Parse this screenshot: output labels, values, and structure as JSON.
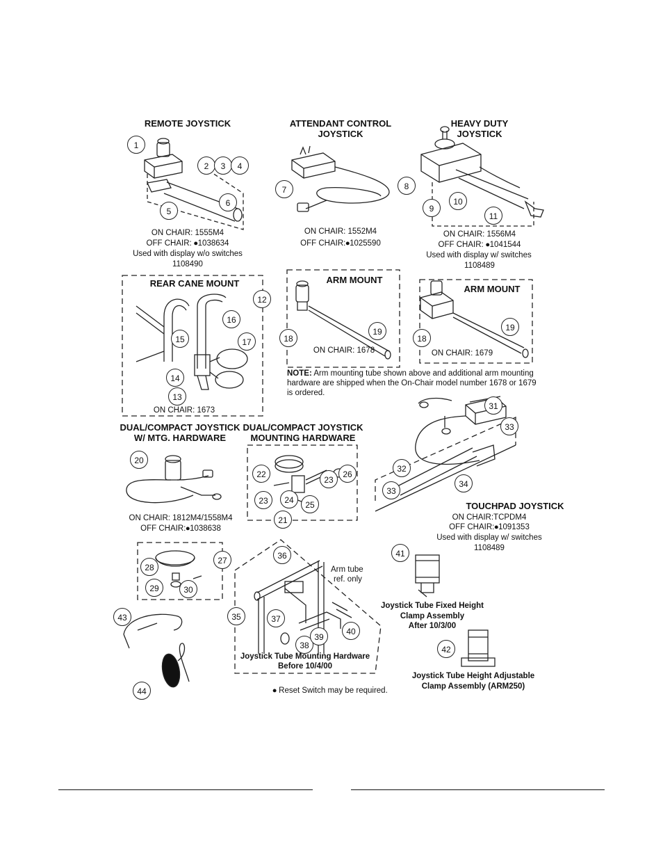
{
  "sections": {
    "remote": {
      "title": "REMOTE JOYSTICK",
      "on": "ON CHAIR:  1555M4",
      "off": "OFF CHAIR:  ⦁1038634",
      "note": "Used with display w/o switches",
      "part": "1108490"
    },
    "attendant": {
      "title1": "ATTENDANT CONTROL",
      "title2": "JOYSTICK",
      "on": "ON CHAIR:  1552M4",
      "off": "OFF CHAIR:⦁1025590"
    },
    "heavy": {
      "title1": "HEAVY DUTY",
      "title2": "JOYSTICK",
      "on": "ON CHAIR:  1556M4",
      "off": "OFF CHAIR: ⦁1041544",
      "note": "Used with display w/ switches",
      "part": "1108489"
    },
    "rear_cane": {
      "title": "REAR CANE MOUNT",
      "on": "ON CHAIR:  1673"
    },
    "arm1": {
      "title": "ARM MOUNT",
      "on": "ON CHAIR:  1678"
    },
    "arm2": {
      "title": "ARM MOUNT",
      "on": "ON CHAIR:  1679"
    },
    "note": {
      "label": "NOTE:",
      "text1": " Arm mounting tube shown above and additional arm mounting",
      "text2": "hardware are shipped when the On-Chair model number 1678 or 1679",
      "text3": "is ordered."
    },
    "dual": {
      "title1": "DUAL/COMPACT JOYSTICK",
      "title2": "W/ MTG. HARDWARE",
      "on": "ON CHAIR: 1812M4/1558M4",
      "off": "OFF CHAIR:⦁1038638"
    },
    "dual_hw": {
      "title1": "DUAL/COMPACT JOYSTICK",
      "title2": "MOUNTING HARDWARE"
    },
    "touchpad": {
      "title": "TOUCHPAD JOYSTICK",
      "on": "ON CHAIR:TCPDM4",
      "off": "OFF CHAIR:⦁1091353",
      "note": "Used with display w/ switches",
      "part": "1108489"
    },
    "fixed_clamp": {
      "line1": "Joystick Tube Fixed Height",
      "line2": "Clamp Assembly",
      "line3": "After 10/3/00"
    },
    "tube_hw": {
      "arm1": "Arm tube",
      "arm2": "ref. only",
      "line1": "Joystick Tube Mounting Hardware",
      "line2": "Before 10/4/00"
    },
    "adj_clamp": {
      "line1": "Joystick Tube Height Adjustable",
      "line2": "Clamp Assembly (ARM250)"
    },
    "reset": "⦁ Reset Switch may be required."
  },
  "callouts": [
    "1",
    "2",
    "3",
    "4",
    "5",
    "6",
    "7",
    "8",
    "9",
    "10",
    "11",
    "12",
    "13",
    "14",
    "15",
    "16",
    "17",
    "18",
    "19",
    "18",
    "19",
    "20",
    "21",
    "22",
    "23",
    "23",
    "24",
    "25",
    "26",
    "27",
    "28",
    "29",
    "30",
    "31",
    "32",
    "33",
    "33",
    "34",
    "35",
    "36",
    "37",
    "38",
    "39",
    "40",
    "41",
    "42",
    "43",
    "44"
  ]
}
